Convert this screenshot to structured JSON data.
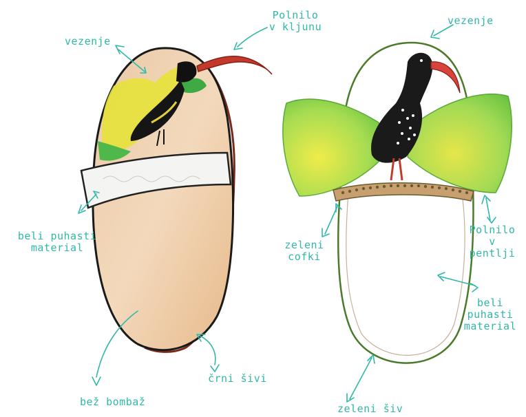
{
  "left_design": {
    "labels": {
      "vezenje": "vezenje",
      "polnilo_kljun": [
        "Polnilo",
        "v kljunu"
      ],
      "beli_material": [
        "beli puhasti",
        "material"
      ],
      "crni_sivi": "črni šivi",
      "bez_bombaz": "bež bombaž"
    }
  },
  "right_design": {
    "labels": {
      "vezenje": "vezenje",
      "zeleni_cofki": [
        "zeleni",
        "cofki"
      ],
      "polnilo_pentlji": [
        "Polnilo",
        "v",
        "pentlji"
      ],
      "beli_material": [
        "beli",
        "puhasti",
        "material"
      ],
      "zeleni_siv": "zeleni šiv"
    }
  },
  "colors": {
    "label_teal": "#2fb8a8",
    "beige": "#f0cfa8",
    "green_bow": "#8fd14f",
    "yellow": "#e6e23a",
    "beak_red": "#d8443c",
    "outline_black": "#1a1a1a"
  }
}
